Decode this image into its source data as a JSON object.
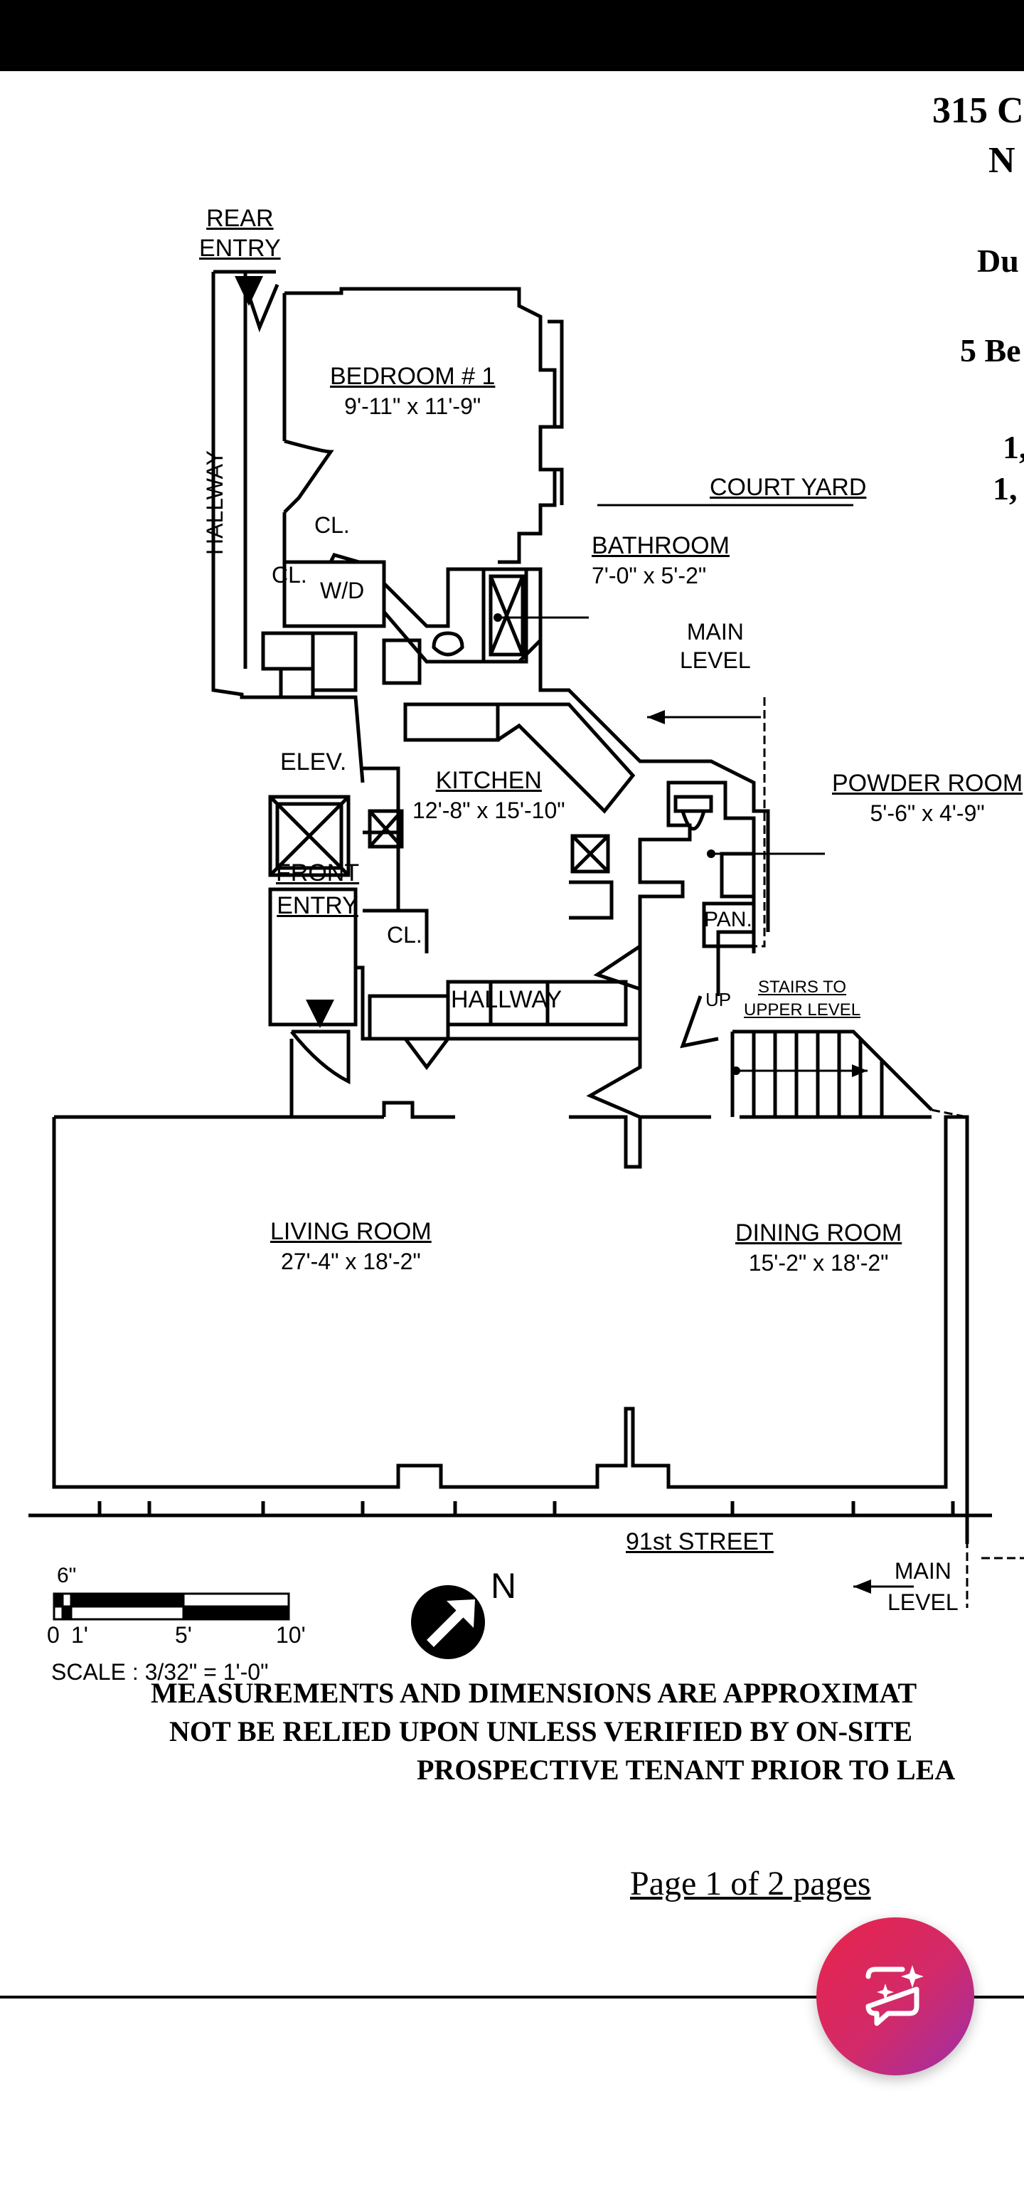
{
  "document": {
    "header_lines": [
      "315 C",
      "N",
      "Du",
      "5 Be",
      "1,",
      "1,"
    ],
    "floorplan": {
      "rooms": [
        {
          "name": "BEDROOM # 1",
          "size": "9'-11\" x 11'-9\""
        },
        {
          "name": "BATHROOM",
          "size": "7'-0\" x 5'-2\""
        },
        {
          "name": "KITCHEN",
          "size": "12'-8\" x 15'-10\""
        },
        {
          "name": "POWDER ROOM",
          "size": "5'-6\" x 4'-9\""
        },
        {
          "name": "LIVING ROOM",
          "size": "27'-4\" x 18'-2\""
        },
        {
          "name": "DINING ROOM",
          "size": "15'-2\" x 18'-2\""
        }
      ],
      "labels": {
        "rear_entry_1": "REAR",
        "rear_entry_2": "ENTRY",
        "hallway_vertical": "HALLWAY",
        "hallway": "HALLWAY",
        "court_yard": "COURT YARD",
        "closet_1": "CL.",
        "closet_2": "CL.",
        "closet_3": "CL.",
        "washer_dryer": "W/D",
        "main_level_1a": "MAIN",
        "main_level_1b": "LEVEL",
        "main_level_2a": "MAIN",
        "main_level_2b": "LEVEL",
        "elevator": "ELEV.",
        "front_entry_1": "FRONT",
        "front_entry_2": "ENTRY",
        "pantry": "PAN.",
        "up": "UP",
        "stairs_1": "STAIRS TO",
        "stairs_2": "UPPER LEVEL",
        "street": "91st STREET",
        "north": "N"
      },
      "scale": {
        "six_inch": "6\"",
        "ticks": [
          "0",
          "1'",
          "5'",
          "10'"
        ],
        "text": "SCALE : 3/32\" = 1'-0\""
      }
    },
    "notice_lines": [
      "MEASUREMENTS AND DIMENSIONS ARE APPROXIMAT",
      "NOT BE RELIED UPON UNLESS VERIFIED BY ON-SITE",
      "PROSPECTIVE TENANT PRIOR TO LEA"
    ],
    "page_indicator": "Page 1 of 2 pages"
  },
  "fab": {
    "icon": "ai-chat-sparkle-icon"
  },
  "colors": {
    "fab_start": "#e8244a",
    "fab_end": "#9c2fa8",
    "ink": "#000000",
    "background": "#ffffff"
  }
}
